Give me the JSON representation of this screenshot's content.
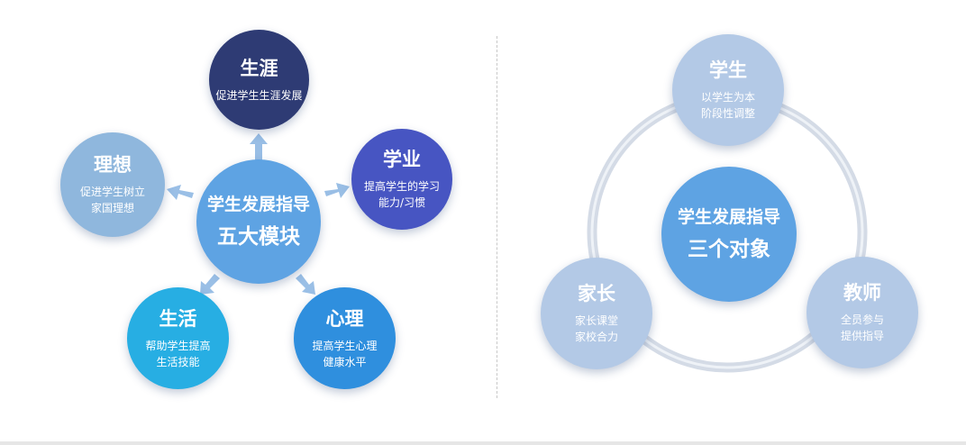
{
  "left": {
    "center": {
      "line1": "学生发展指导",
      "line2": "五大模块"
    },
    "modules": {
      "career": {
        "title": "生涯",
        "line1": "促进学生生涯发展",
        "line2": ""
      },
      "ideal": {
        "title": "理想",
        "line1": "促进学生树立",
        "line2": "家国理想"
      },
      "study": {
        "title": "学业",
        "line1": "提高学生的学习",
        "line2": "能力/习惯"
      },
      "life": {
        "title": "生活",
        "line1": "帮助学生提高",
        "line2": "生活技能"
      },
      "mental": {
        "title": "心理",
        "line1": "提高学生心理",
        "line2": "健康水平"
      }
    },
    "colors": {
      "center": "#5ea3e3",
      "career": "#2e3b74",
      "ideal": "#8fb7dd",
      "study": "#4755c2",
      "life": "#27aee3",
      "mental": "#2f8fde",
      "arrow": "#8fb8e3"
    }
  },
  "right": {
    "center": {
      "line1": "学生发展指导",
      "line2": "三个对象"
    },
    "objects": {
      "student": {
        "title": "学生",
        "line1": "以学生为本",
        "line2": "阶段性调整"
      },
      "parent": {
        "title": "家长",
        "line1": "家长课堂",
        "line2": "家校合力"
      },
      "teacher": {
        "title": "教师",
        "line1": "全员参与",
        "line2": "提供指导"
      }
    },
    "colors": {
      "center": "#5ea3e3",
      "node": "#b3c9e6",
      "ring": "#d4dbe6"
    }
  }
}
